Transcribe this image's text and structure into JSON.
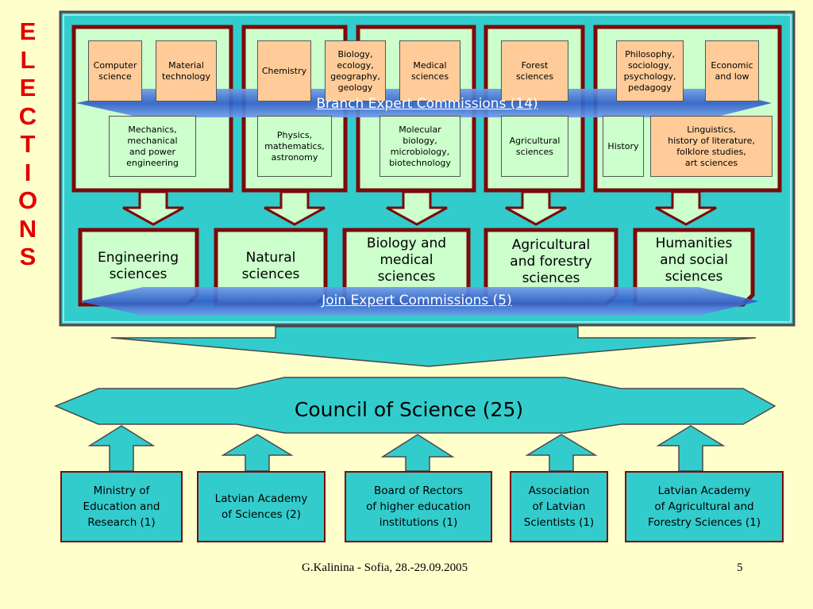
{
  "elections_letters": [
    "E",
    "L",
    "E",
    "C",
    "T",
    "I",
    "O",
    "N",
    "S"
  ],
  "branch_label": "Branch Expert Commissions (14)",
  "join_label": "Join Expert Commissions (5)",
  "groups": [
    {
      "boxes": [
        {
          "text": "Computer\nscience",
          "color": "tan"
        },
        {
          "text": "Material\ntechnology",
          "color": "tan"
        },
        {
          "text": "Mechanics,\nmechanical\nand power\nengineering",
          "color": "green"
        }
      ]
    },
    {
      "boxes": [
        {
          "text": "Chemistry",
          "color": "tan"
        },
        {
          "text": "Physics,\nmathematics,\nastronomy",
          "color": "green"
        }
      ]
    },
    {
      "boxes": [
        {
          "text": "Biology,\necology,\ngeography,\ngeology",
          "color": "tan"
        },
        {
          "text": "Medical\nsciences",
          "color": "tan"
        },
        {
          "text": "Molecular\nbiology,\nmicrobiology,\nbiotechnology",
          "color": "green"
        }
      ]
    },
    {
      "boxes": [
        {
          "text": "Forest\nsciences",
          "color": "tan"
        },
        {
          "text": "Agricultural\nsciences",
          "color": "green"
        }
      ]
    },
    {
      "boxes": [
        {
          "text": "Philosophy,\nsociology,\npsychology,\npedagogy",
          "color": "tan"
        },
        {
          "text": "Economic\nand low",
          "color": "tan"
        },
        {
          "text": "History",
          "color": "green"
        },
        {
          "text": "Linguistics,\nhistory of literature,\nfolklore studies,\nart sciences",
          "color": "tan"
        }
      ]
    }
  ],
  "fields": [
    {
      "text": "Engineering\nsciences"
    },
    {
      "text": "Natural\nsciences"
    },
    {
      "text": "Biology and\nmedical\nsciences"
    },
    {
      "text": "Agricultural\nand forestry\nsciences"
    },
    {
      "text": "Humanities\nand social\nsciences"
    }
  ],
  "council": "Council of Science (25)",
  "institutions": [
    {
      "text": "Ministry of\nEducation and\nResearch (1)"
    },
    {
      "text": "Latvian Academy\nof Sciences (2)"
    },
    {
      "text": "Board of Rectors\nof higher education\ninstitutions (1)"
    },
    {
      "text": "Association\nof Latvian\nScientists (1)"
    },
    {
      "text": "Latvian Academy\nof Agricultural and\nForestry Sciences (1)"
    }
  ],
  "footer_text": "G.Kalinina - Sofia, 28.-29.09.2005",
  "page_number": "5",
  "colors": {
    "background": "#ffffcc",
    "panel": "#33cccc",
    "frame": "#7b0a0a",
    "tan_box": "#ffcc99",
    "green_box": "#ccffcc",
    "ribbon": "#3366cc",
    "title_red": "#e00000"
  }
}
